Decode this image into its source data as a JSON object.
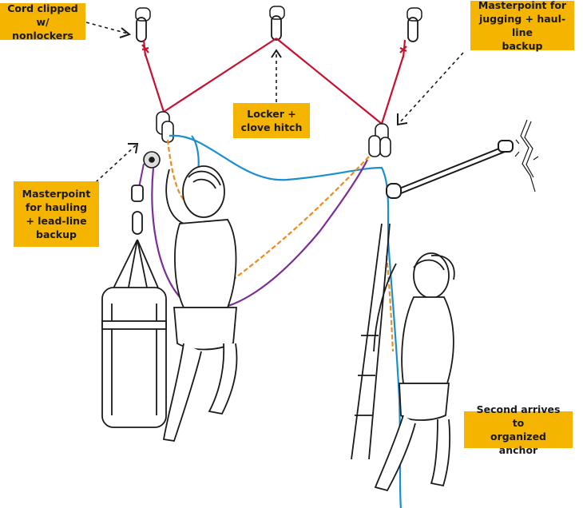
{
  "callouts": {
    "cord": "Cord clipped\nw/ nonlockers",
    "masterpoint_jugging": "Masterpoint for\njugging + haul-line\nbackup",
    "locker": "Locker +\nclove hitch",
    "masterpoint_hauling": "Masterpoint\nfor hauling\n+ lead-line\nbackup",
    "second": "Second arrives to\norganized anchor"
  },
  "colors": {
    "callout_bg": "#f5b400",
    "anchor_cord": "#c8102e",
    "lead_rope": "#1a8fd0",
    "haul_rope": "#7b2d9a",
    "tether": "#f08a1c",
    "ink": "#1a1a1a"
  },
  "icons": [
    "carabiner-icon",
    "bolt-hanger-icon",
    "pulley-icon",
    "haul-bag-icon",
    "climber-figure-icon"
  ]
}
